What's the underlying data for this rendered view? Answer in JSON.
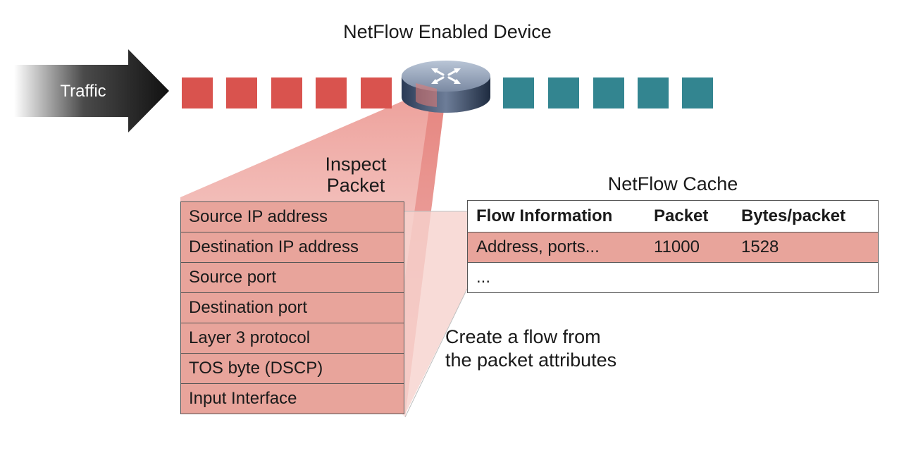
{
  "device": {
    "title": "NetFlow Enabled Device"
  },
  "traffic": {
    "label": "Traffic"
  },
  "packets": {
    "incoming_color": "#d9534e",
    "outgoing_color": "#338590"
  },
  "inspect": {
    "label_line1": "Inspect",
    "label_line2": "Packet"
  },
  "attributes": [
    "Source IP address",
    "Destination IP address",
    "Source port",
    "Destination port",
    "Layer 3 protocol",
    "TOS byte (DSCP)",
    "Input Interface"
  ],
  "cache": {
    "title": "NetFlow Cache",
    "headers": [
      "Flow Information",
      "Packet",
      "Bytes/packet"
    ],
    "rows": [
      [
        "Address, ports...",
        "11000",
        "1528"
      ],
      [
        "...",
        "",
        ""
      ]
    ]
  },
  "caption": {
    "line1": "Create a flow from",
    "line2": "the packet attributes"
  }
}
